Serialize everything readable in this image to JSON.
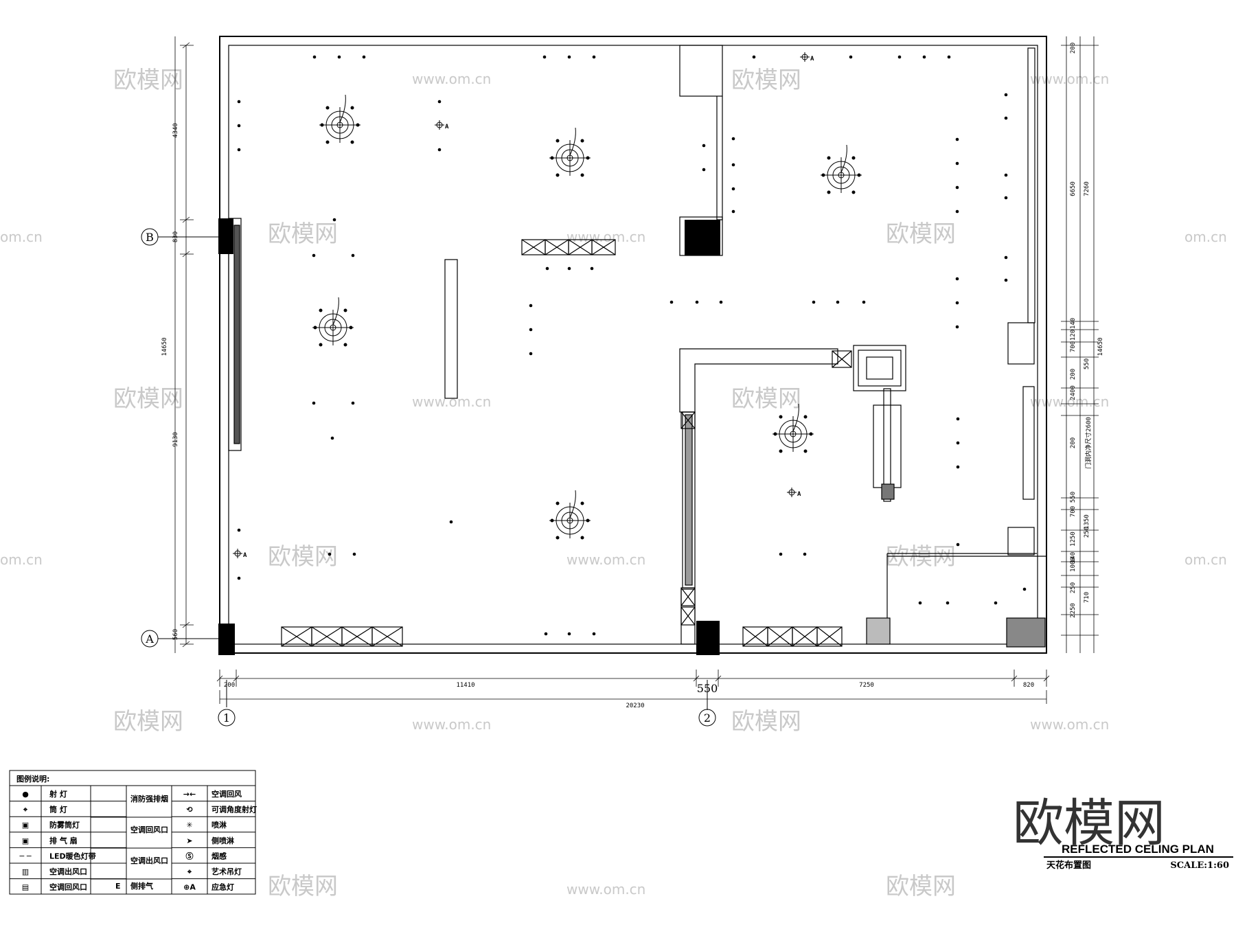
{
  "dimensions": {
    "bottom": [
      "200",
      "11410",
      "550",
      "7250",
      "820"
    ],
    "bottom_total": "20230",
    "left": [
      "4340",
      "830",
      "9130",
      "560"
    ],
    "left_total": "14650",
    "right": [
      "200",
      "6650",
      "7260",
      "140",
      "120",
      "700",
      "550",
      "200",
      "2400",
      "200",
      "550",
      "700",
      "1250",
      "1350",
      "250",
      "140",
      "1000",
      "250",
      "2250",
      "710"
    ],
    "right_total": "14650",
    "right_note": "门洞内净尺寸2600"
  },
  "axes": {
    "top_left": "B",
    "bottom_left": "A",
    "col1": "1",
    "col2": "2"
  },
  "emergency_label": "A",
  "legend": {
    "title": "图例说明:",
    "items": [
      "射  灯",
      "筒  灯",
      "防雾筒灯",
      "排 气 扇",
      "LED暖色灯带",
      "空调出风口",
      "空调回风口"
    ],
    "mid": [
      "消防强排烟",
      "空调回风口",
      "空调出风口",
      "侧排气"
    ],
    "mid_symbol": "E",
    "right": [
      "空调回风",
      "可调角度射灯",
      "喷淋",
      "侧喷淋",
      "烟感",
      "艺术吊灯",
      "应急灯"
    ],
    "right_symbols": [
      "→←",
      "⟲",
      "✳",
      "➤",
      "Ⓢ",
      "⌖",
      "⊕A"
    ]
  },
  "title": {
    "en": "REFLECTED CELING PLAN",
    "cn": "天花布置图",
    "scale": "SCALE:1:60"
  },
  "watermark": {
    "logo": "欧模网",
    "url": "www.om.cn",
    "url_short": "om.cn"
  }
}
